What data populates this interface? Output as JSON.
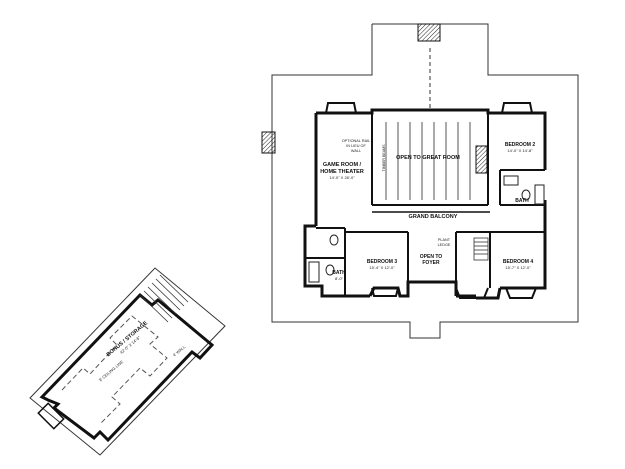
{
  "main_floor": {
    "rooms": {
      "game_room": {
        "name_line1": "GAME ROOM /",
        "name_line2": "HOME THEATER",
        "dims": "14'-0\" X 28'-0\""
      },
      "open_great_room": {
        "name": "OPEN TO GREAT ROOM"
      },
      "bedroom2": {
        "name": "BEDROOM 2",
        "dims": "14'-0\" X 14'-8\""
      },
      "bedroom3": {
        "name": "BEDROOM 3",
        "dims": "15'-4\" X 12'-0\""
      },
      "bedroom4": {
        "name": "BEDROOM 4",
        "dims": "15'-7\" X 12'-0\""
      },
      "bath_upper": {
        "name": "BATH"
      },
      "bath_lower": {
        "name": "BATH",
        "dims": "8'-0\""
      },
      "open_foyer": {
        "name_line1": "OPEN TO",
        "name_line2": "FOYER"
      },
      "grand_balcony": {
        "name": "GRAND BALCONY"
      }
    },
    "notes": {
      "optional_rail_l1": "OPTIONAL RAIL",
      "optional_rail_l2": "IN LIEU OF",
      "optional_rail_l3": "WALL",
      "timber_beams": "TIMBER BEAMS",
      "plant_ledge_l1": "PLANT",
      "plant_ledge_l2": "LEDGE"
    }
  },
  "bonus_floor": {
    "name": "BONUS / STORAGE",
    "dims": "42'-0\" X 14'-8\"",
    "ceiling_note": "8' CEILING LINE",
    "wall_note": "4' WALL"
  }
}
